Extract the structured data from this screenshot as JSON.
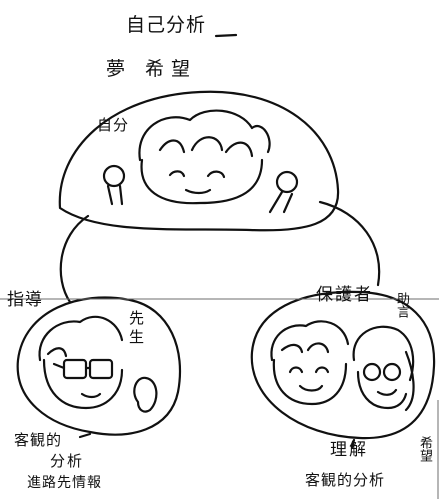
{
  "labels": {
    "title": "自己分析",
    "dream": "夢 希望",
    "self": "自分",
    "guide": "指導",
    "teacher": "先生",
    "parent": "保護者",
    "helper": "助言",
    "objective_left": "客観的",
    "analysis_left": "分析",
    "path_info": "進路先情報",
    "understanding": "理解",
    "hope_right": "希望",
    "objective_analysis_right": "客観的分析"
  },
  "colors": {
    "ink": "#111111",
    "paper": "#ffffff",
    "rule": "#6e6e6e"
  }
}
